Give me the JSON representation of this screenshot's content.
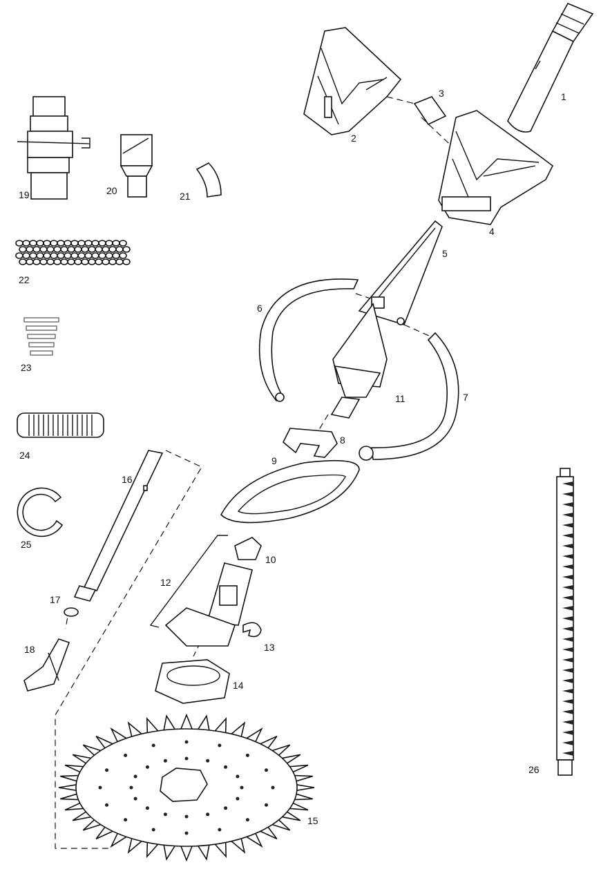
{
  "diagram": {
    "type": "exploded-parts-diagram",
    "part_labels": [
      "1",
      "2",
      "3",
      "4",
      "5",
      "6",
      "7",
      "8",
      "9",
      "10",
      "11",
      "12",
      "13",
      "14",
      "15",
      "16",
      "17",
      "18",
      "19",
      "20",
      "21",
      "22",
      "23",
      "24",
      "25",
      "26"
    ]
  }
}
